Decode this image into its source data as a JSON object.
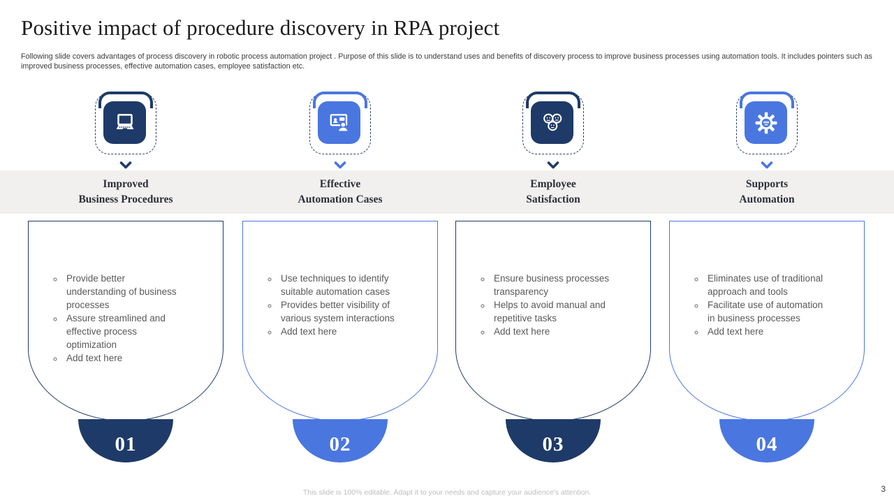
{
  "slide": {
    "title": "Positive impact of procedure discovery in RPA project",
    "subtitle": "Following slide covers advantages of process discovery in robotic process automation project . Purpose of this slide is to understand uses and benefits of discovery process to improve business processes using automation tools. It includes pointers such as improved business processes, effective automation cases, employee satisfaction etc.",
    "footer": "This slide is 100% editable. Adapt it to your needs and capture your audience's attention.",
    "page_number": "3"
  },
  "colors": {
    "dark_navy": "#1e3a68",
    "accent_blue": "#4a76e0",
    "heading_band": "#f1f0ee",
    "body_text": "#595959",
    "footer_text": "#bdbdbd"
  },
  "columns": [
    {
      "icon": "laptop-icon",
      "theme": "dark",
      "title_line1": "Improved",
      "title_line2": "Business Procedures",
      "bullets": [
        "Provide better understanding of business processes",
        "Assure streamlined and effective process optimization",
        "Add text here"
      ],
      "number": "01"
    },
    {
      "icon": "training-presentation-icon",
      "theme": "blue",
      "title_line1": "Effective",
      "title_line2": "Automation Cases",
      "bullets": [
        "Use techniques to identify suitable automation cases",
        "Provides better visibility of various system interactions",
        "Add text here"
      ],
      "number": "02"
    },
    {
      "icon": "smiley-faces-icon",
      "theme": "dark",
      "title_line1": "Employee",
      "title_line2": "Satisfaction",
      "bullets": [
        "Ensure business processes transparency",
        "Helps to avoid manual and repetitive tasks",
        "Add text here"
      ],
      "number": "03"
    },
    {
      "icon": "automation-gear-icon",
      "theme": "blue",
      "title_line1": "Supports",
      "title_line2": "Automation",
      "bullets": [
        "Eliminates use of traditional approach and tools",
        "Facilitate use of automation in business processes",
        "Add text here"
      ],
      "number": "04"
    }
  ]
}
